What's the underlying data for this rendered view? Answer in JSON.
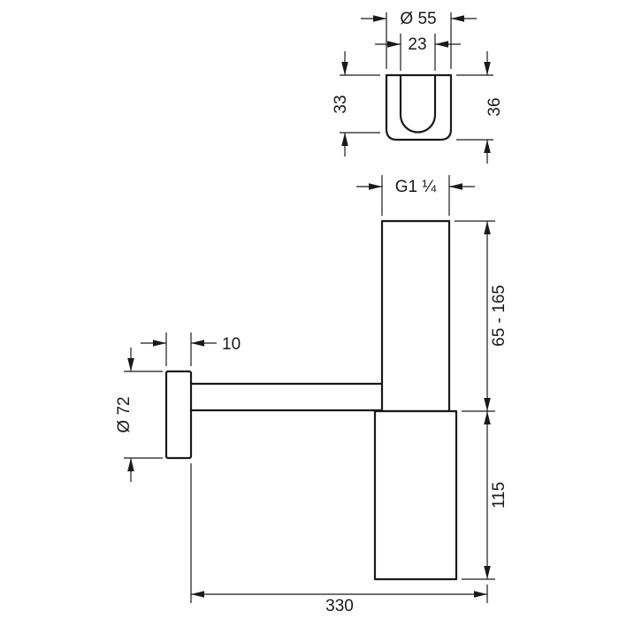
{
  "page": {
    "background": "#ffffff",
    "ink_color": "#1a1a1a"
  },
  "drawing": {
    "views": {
      "bracket": {
        "outer_diameter": "Ø 55",
        "slot_width": "23",
        "height_left": "33",
        "height_right": "36"
      },
      "trap": {
        "thread": "G1 ¼",
        "inlet_height_range": "65 - 165",
        "body_height": "115",
        "flange_thickness": "10",
        "flange_diameter": "Ø 72",
        "overall_depth": "330"
      }
    }
  }
}
